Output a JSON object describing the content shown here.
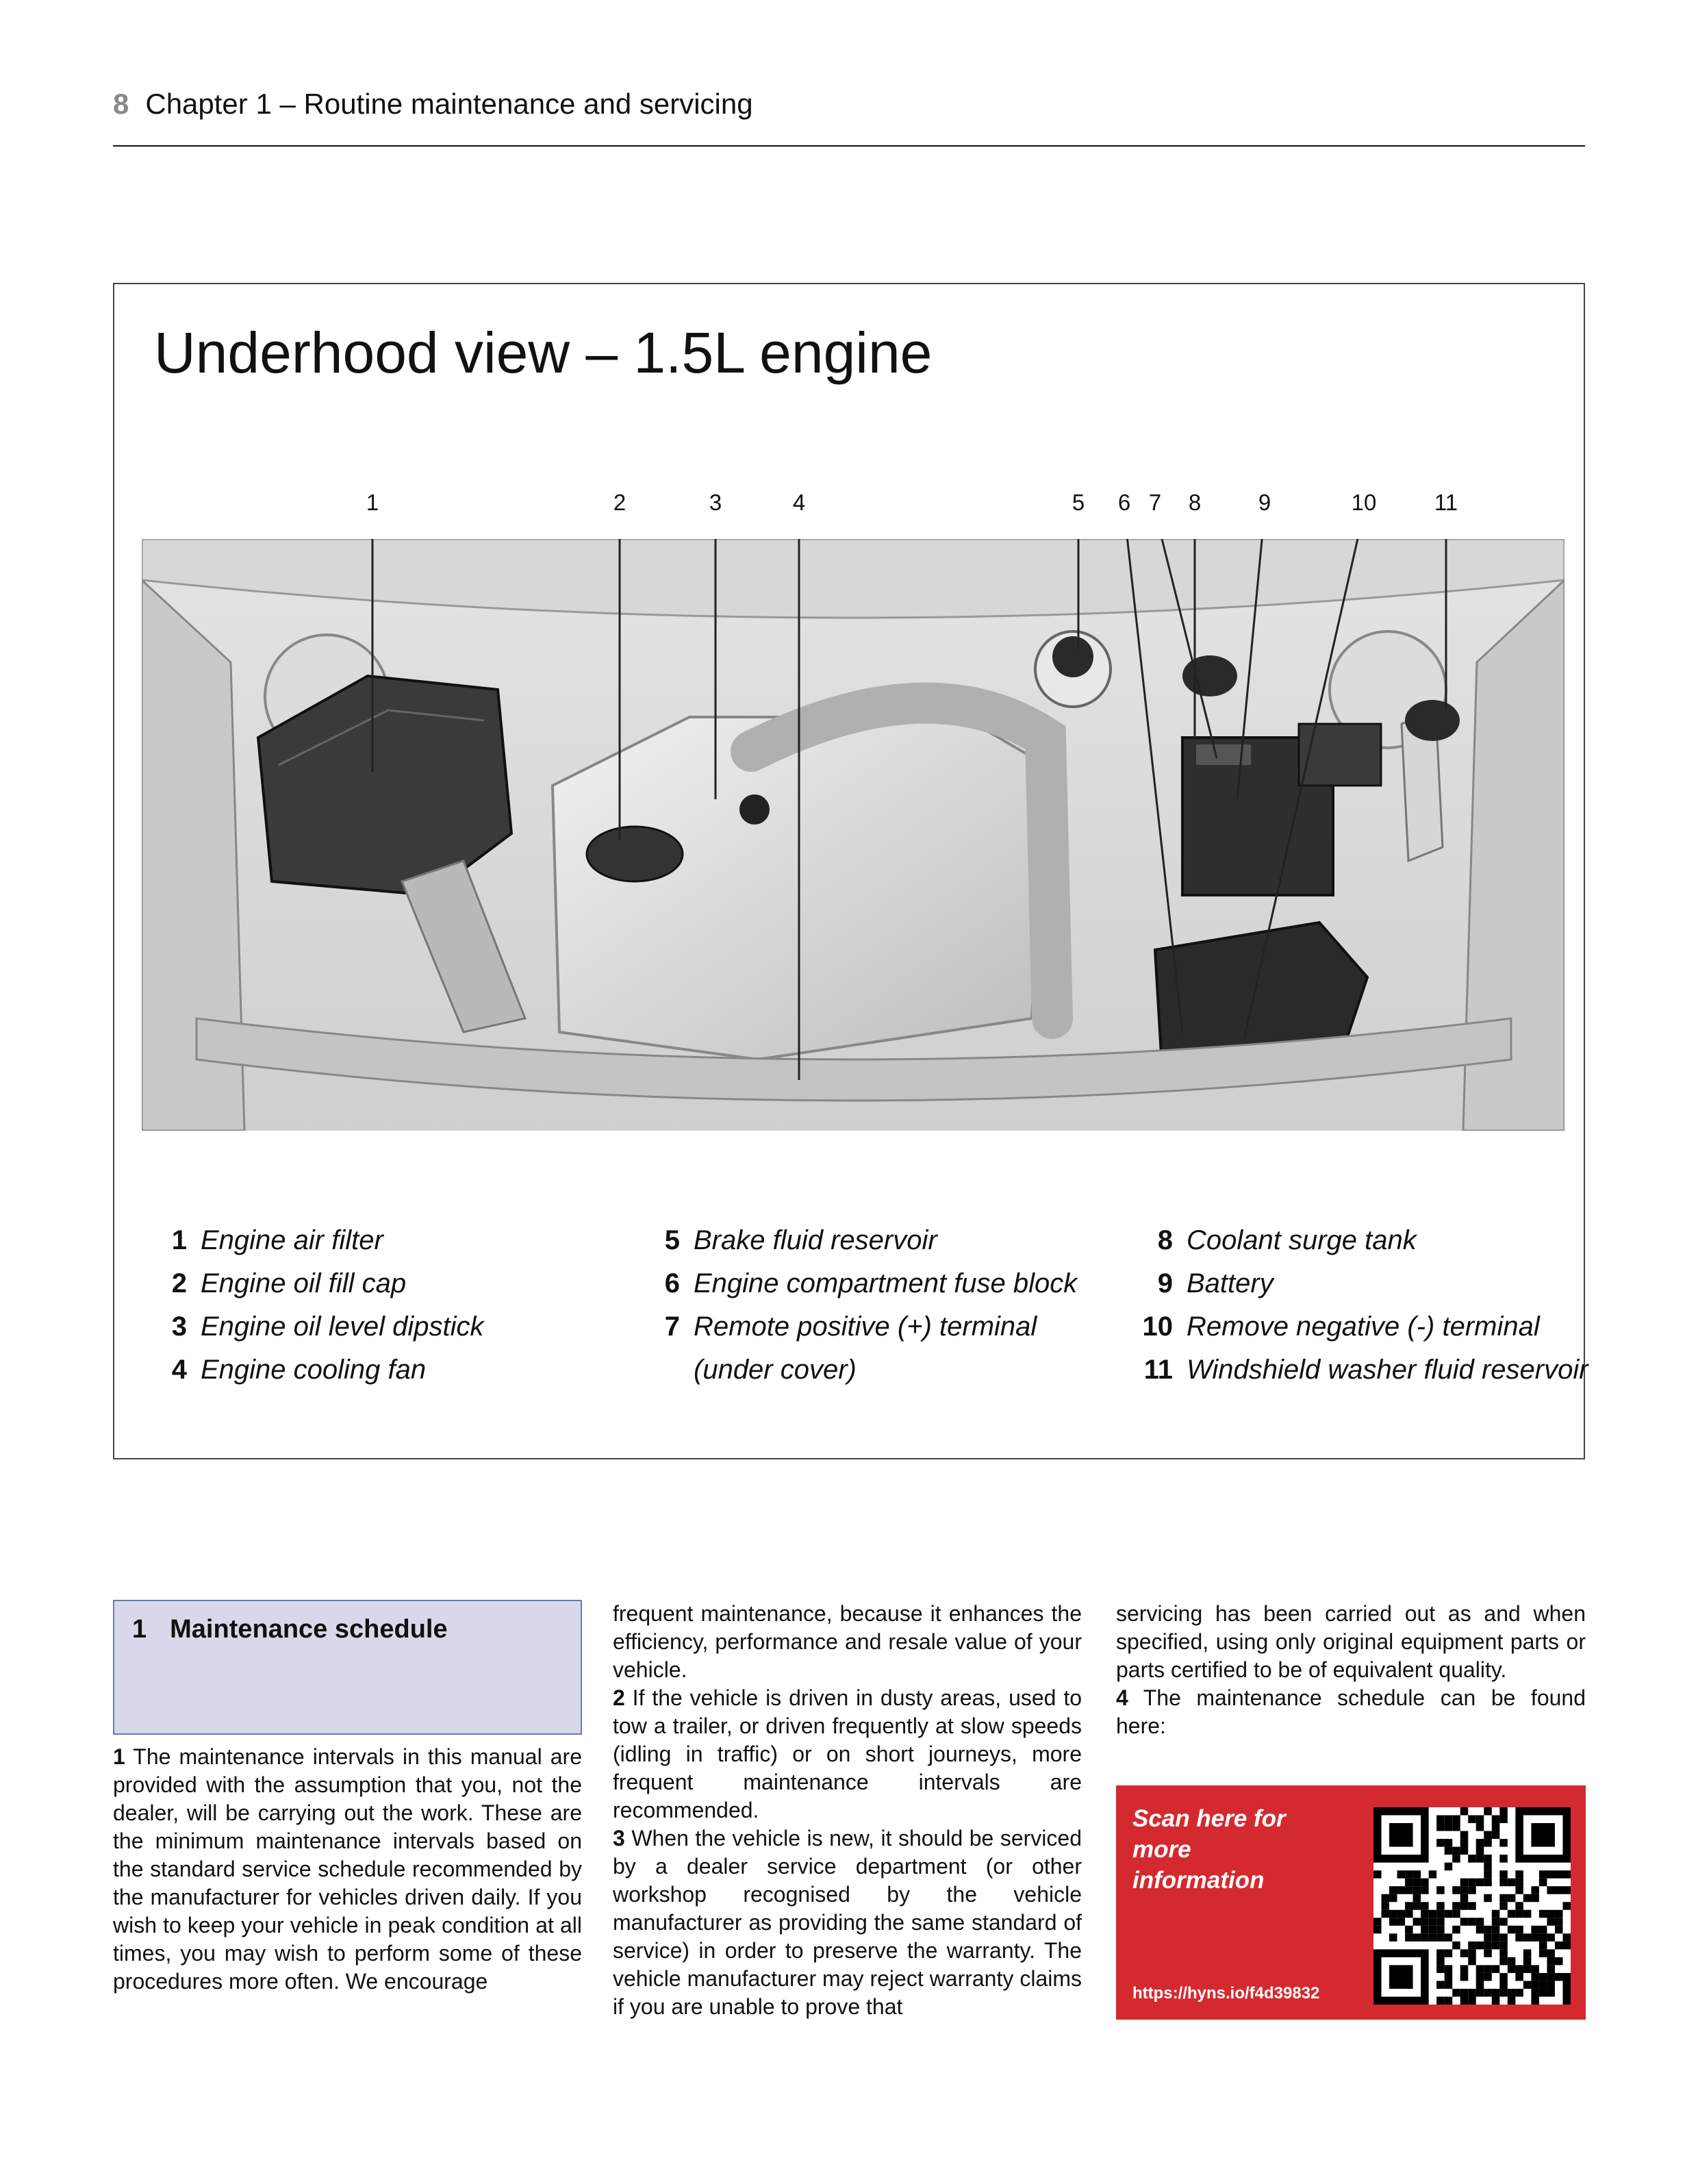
{
  "header": {
    "page_number": "8",
    "title": "Chapter 1 – Routine maintenance and servicing"
  },
  "figure": {
    "title": "Underhood view – 1.5L engine",
    "callouts": [
      "1",
      "2",
      "3",
      "4",
      "5",
      "6",
      "7",
      "8",
      "9",
      "10",
      "11"
    ],
    "legend": {
      "col1": [
        {
          "n": "1",
          "label": "Engine air filter"
        },
        {
          "n": "2",
          "label": "Engine oil fill cap"
        },
        {
          "n": "3",
          "label": "Engine oil level dipstick"
        },
        {
          "n": "4",
          "label": "Engine cooling fan"
        }
      ],
      "col2": [
        {
          "n": "5",
          "label": "Brake fluid reservoir"
        },
        {
          "n": "6",
          "label": "Engine compartment fuse block"
        },
        {
          "n": "7",
          "label": "Remote positive (+) terminal"
        },
        {
          "n": "",
          "label": "(under cover)"
        }
      ],
      "col3": [
        {
          "n": "8",
          "label": "Coolant surge tank"
        },
        {
          "n": "9",
          "label": "Battery"
        },
        {
          "n": "10",
          "label": "Remove negative (-) terminal"
        },
        {
          "n": "11",
          "label": "Windshield washer fluid reservoir"
        }
      ]
    }
  },
  "section": {
    "number": "1",
    "title": "Maintenance schedule"
  },
  "body": {
    "p1_num": "1",
    "p1": "The maintenance intervals in this manual are provided with the assumption that you, not the dealer, will be carrying out the work. These are the minimum maintenance intervals based on the standard service schedule recommended by the manufacturer for vehicles driven daily. If you wish to keep your vehicle in peak condition at all times, you may wish to perform some of these procedures more often. We encourage frequent maintenance, because it enhances the efficiency, performance and resale value of your vehicle.",
    "p2_num": "2",
    "p2": "If the vehicle is driven in dusty areas, used to tow a trailer, or driven frequently at slow speeds (idling in traffic) or on short journeys, more frequent maintenance intervals are recommended.",
    "p3_num": "3",
    "p3": "When the vehicle is new, it should be serviced by a dealer service department (or other workshop recognised by the vehicle manufacturer as providing the same standard of service) in order to preserve the warranty. The vehicle manufacturer may reject warranty claims if you are unable to prove that servicing has been carried out as and when specified, using only original equipment parts or parts certified to be of equivalent quality.",
    "p4_num": "4",
    "p4": "The maintenance schedule can be found here:"
  },
  "qr": {
    "scan_text": "Scan here for more information",
    "url": "https://hyns.io/f4d39832"
  }
}
